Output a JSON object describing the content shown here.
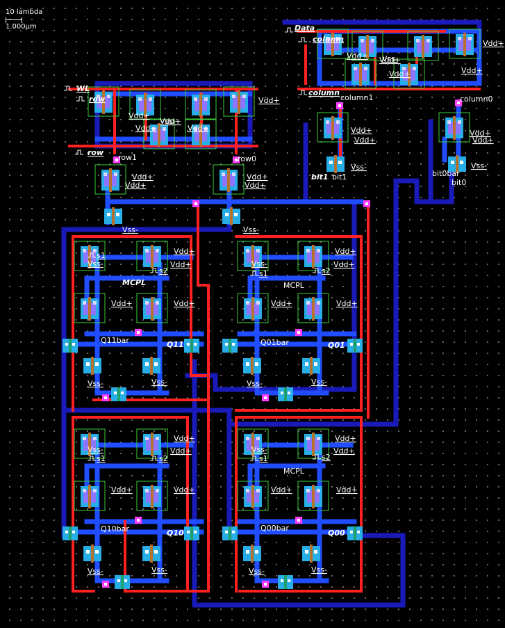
{
  "scale": {
    "lambda": "10 lambda",
    "um": "1.000µm"
  },
  "colors": {
    "poly": "#ff2020",
    "metal1": "#1f4dff",
    "metal2": "#1a1ab8",
    "active": "#27aee6",
    "diffusion": "#8f74ff",
    "nwell": "#3bd13b",
    "contact": "#ff3cff",
    "select": "#8aa0c8",
    "grid": "#7d7d7d"
  },
  "inputs": {
    "data": "Data",
    "column": "column",
    "column_bar": "column",
    "wl": "WL",
    "row": "row",
    "row_bar": "row"
  },
  "nets": {
    "column1": "column1",
    "column0": "column0",
    "row1": "row1",
    "row0": "row0",
    "bit1_in": "bit1",
    "bit1_out": "bit1",
    "bit0bar": "bit0bar",
    "bit0": "bit0"
  },
  "supplies": {
    "vdd": "Vdd+",
    "vss": "Vss-"
  },
  "cell": {
    "mcpl": "MCPL",
    "s1": "s1",
    "s2": "s2"
  },
  "storage": {
    "q11": "Q11",
    "q11bar": "Q11bar",
    "q01": "Q01",
    "q01bar": "Q01bar",
    "q10": "Q10",
    "q10bar": "Q10bar",
    "q00": "Q00",
    "q00bar": "Q00bar"
  }
}
